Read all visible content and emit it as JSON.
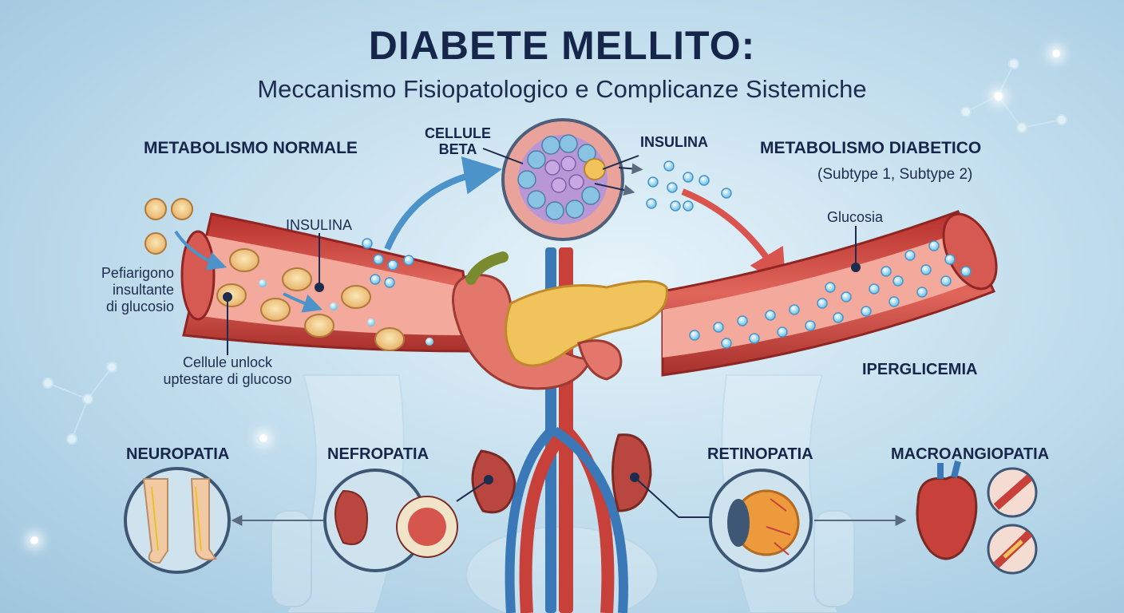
{
  "title": "DIABETE MELLITO:",
  "subtitle": "Meccanismo Fisiopatologico e Complicanze Sistemiche",
  "sections": {
    "normal": "METABOLISMO NORMALE",
    "diabetic": "METABOLISMO DIABETICO",
    "diabetic_sub": "(Subtype 1, Subtype 2)"
  },
  "labels": {
    "beta_cells_line1": "CELLULE",
    "beta_cells_line2": "BETA",
    "insulin_top": "INSULINA",
    "insulin_vessel": "INSULINA",
    "left_line1": "Pefiarigono",
    "left_line2": "insultante",
    "left_line3": "di glucosio",
    "cells_line1": "Cellule unlock",
    "cells_line2": "uptestare di glucoso",
    "glucose": "Glucosia",
    "hyperglycemia": "IPERGLICEMIA"
  },
  "complications": {
    "neuropathy": "NEUROPATIA",
    "nephropathy": "NEFROPATIA",
    "retinopathy": "RETINOPATIA",
    "macroangiopathy": "MACROANGIOPATIA"
  },
  "colors": {
    "title": "#16264a",
    "vessel_red": "#c8403a",
    "vessel_inner": "#e8847a",
    "glucose_dot": "#aee3f5",
    "pancreas": "#f1c35c",
    "arrow_blue": "#4b93c9",
    "arrow_red": "#d9534f"
  }
}
